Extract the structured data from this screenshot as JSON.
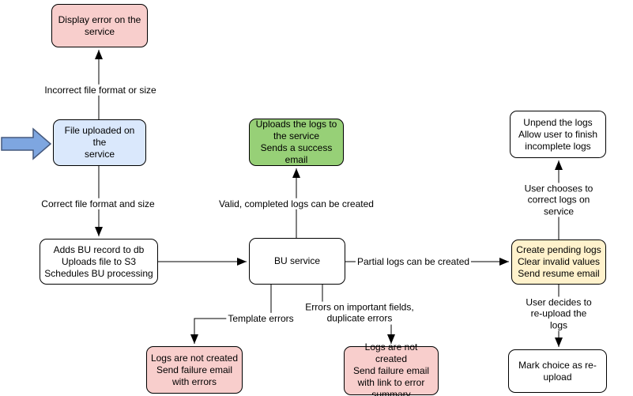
{
  "nodes": {
    "display_error": {
      "label": "Display error on the\nservice",
      "fill": "#f8cecc"
    },
    "file_uploaded": {
      "label": "File uploaded on the\nservice",
      "fill": "#dae8fc"
    },
    "adds_bu_record": {
      "label": "Adds BU record to db\nUploads file to S3\nSchedules BU processing",
      "fill": "#ffffff"
    },
    "uploads_logs": {
      "label": "Uploads the logs to\nthe service\nSends a success\nemail",
      "fill": "#97d077"
    },
    "bu_service": {
      "label": "BU service",
      "fill": "#ffffff"
    },
    "logs_not_created_errors": {
      "label": "Logs are not created\nSend failure email\nwith errors",
      "fill": "#f8cecc"
    },
    "logs_not_created_summary": {
      "label": "Logs are not created\nSend failure email\nwith link to error\nsummary",
      "fill": "#f8cecc"
    },
    "unpend_logs": {
      "label": "Unpend the logs\nAllow user to finish\nincomplete logs",
      "fill": "#ffffff"
    },
    "create_pending_logs": {
      "label": "Create pending logs\nClear invalid values\nSend resume email",
      "fill": "#fff2cc"
    },
    "mark_choice_reupload": {
      "label": "Mark choice as re-\nupload",
      "fill": "#ffffff"
    }
  },
  "edge_labels": {
    "incorrect_format": "Incorrect file format or size",
    "correct_format": "Correct file format and size",
    "valid_logs": "Valid, completed logs can be created",
    "partial_logs": "Partial logs can be created",
    "template_errors": "Template errors",
    "field_errors": "Errors on important fields,\nduplicate errors",
    "user_corrects": "User chooses to correct logs on service",
    "user_reuploads": "User decides to re-upload the logs"
  },
  "colors": {
    "node_red": "#f8cecc",
    "node_blue": "#dae8fc",
    "node_green": "#97d077",
    "node_yellow": "#fff2cc",
    "node_white": "#ffffff",
    "line": "#000000",
    "entry_arrow_fill": "#7ea6e0",
    "entry_arrow_stroke": "#45597d"
  }
}
